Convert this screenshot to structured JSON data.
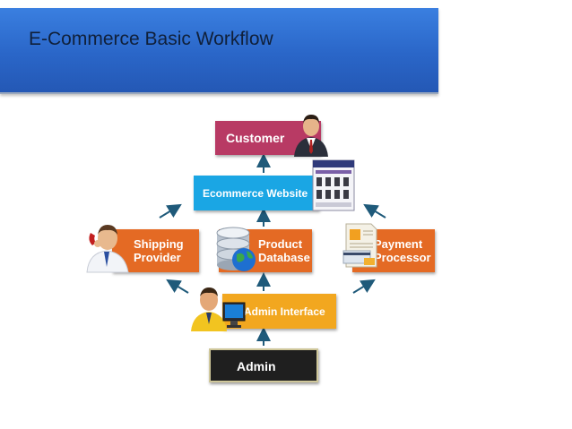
{
  "slide": {
    "title": "E-Commerce Basic Workflow"
  },
  "nodes": {
    "customer": "Customer",
    "ecommerce_website": "Ecommerce Website",
    "shipping_provider": [
      "Shipping",
      "Provider"
    ],
    "product_database": [
      "Product",
      "Database"
    ],
    "payment_processor": [
      "Payment",
      "Processor"
    ],
    "admin_interface": "Admin Interface",
    "admin": "Admin"
  },
  "illustrations": {
    "customer": "businessman-icon",
    "ecommerce_website": "web-store-screenshot-icon",
    "shipping_provider": "man-on-phone-icon",
    "product_database": "database-globe-icon",
    "payment_processor": "pay-card-invoice-icon",
    "admin_interface": "man-at-computer-icon"
  },
  "edges": [
    {
      "from": "ecommerce_website",
      "to": "customer"
    },
    {
      "from": "product_database",
      "to": "ecommerce_website"
    },
    {
      "from": "shipping_provider",
      "to": "ecommerce_website"
    },
    {
      "from": "payment_processor",
      "to": "ecommerce_website"
    },
    {
      "from": "admin_interface",
      "to": "product_database"
    },
    {
      "from": "admin_interface",
      "to": "shipping_provider"
    },
    {
      "from": "admin_interface",
      "to": "payment_processor"
    },
    {
      "from": "admin",
      "to": "admin_interface"
    }
  ],
  "colors": {
    "header": "#2a66c8",
    "customer": "#b83a64",
    "ecommerce_website": "#1aa6e4",
    "orange_nodes": "#e46a24",
    "admin_interface": "#f2a71f",
    "admin": "#1f1f1f",
    "arrow": "#1f5a7a"
  }
}
